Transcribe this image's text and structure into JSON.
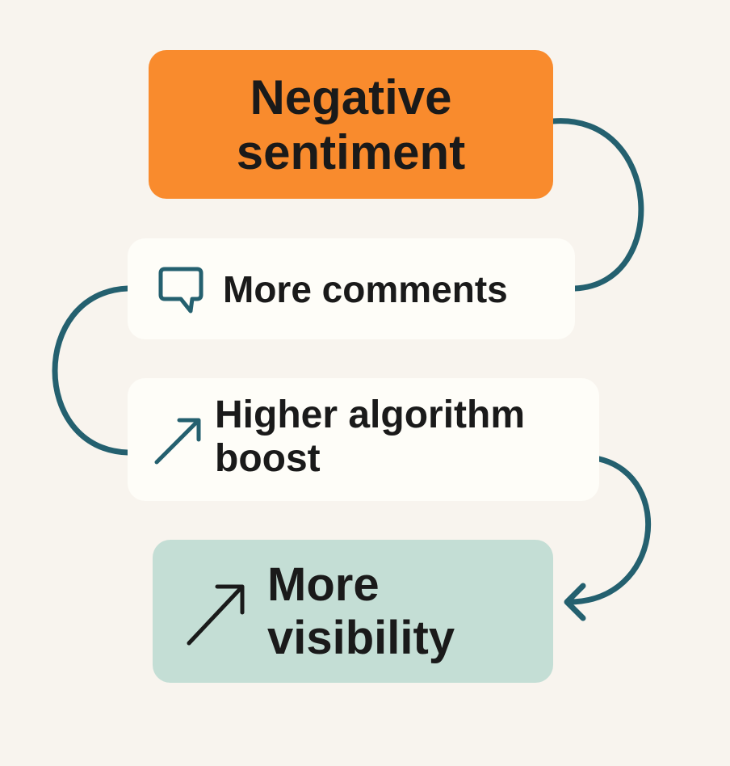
{
  "nodes": [
    {
      "id": "negative",
      "line1": "Negative",
      "line2": "sentiment",
      "color": "#F98B2D"
    },
    {
      "id": "comments",
      "label": "More comments",
      "icon": "speech-bubble-icon",
      "color": "#FEFDF8"
    },
    {
      "id": "boost",
      "line1": "Higher algorithm",
      "line2": "boost",
      "icon": "trend-arrow-icon",
      "color": "#FEFDF8"
    },
    {
      "id": "visibility",
      "line1": "More",
      "line2": "visibility",
      "icon": "up-right-arrow-icon",
      "color": "#C4DED5"
    }
  ],
  "connector_color": "#24606F"
}
